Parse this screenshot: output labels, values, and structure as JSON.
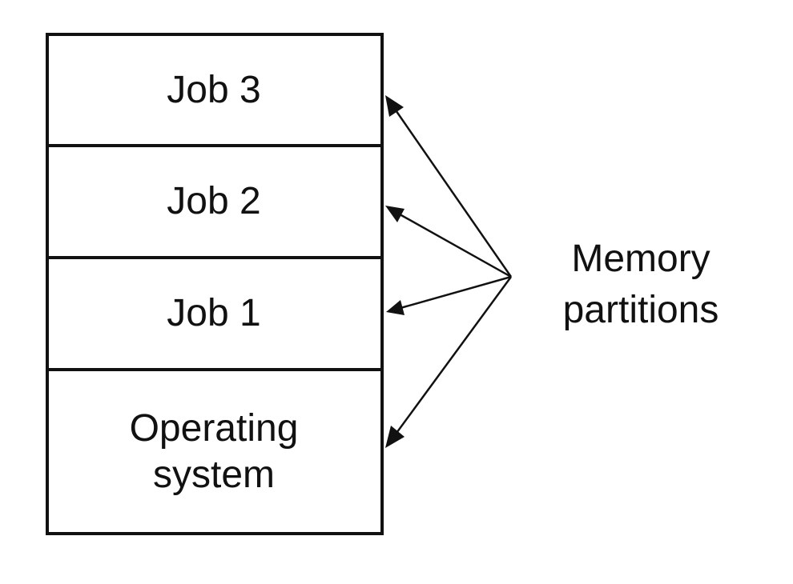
{
  "stack": {
    "partitions": [
      {
        "label": "Job 3"
      },
      {
        "label": "Job 2"
      },
      {
        "label": "Job 1"
      },
      {
        "label_line1": "Operating",
        "label_line2": "system"
      }
    ]
  },
  "annotation": {
    "line1": "Memory",
    "line2": "partitions"
  },
  "colors": {
    "ink": "#111111",
    "background": "#ffffff"
  }
}
